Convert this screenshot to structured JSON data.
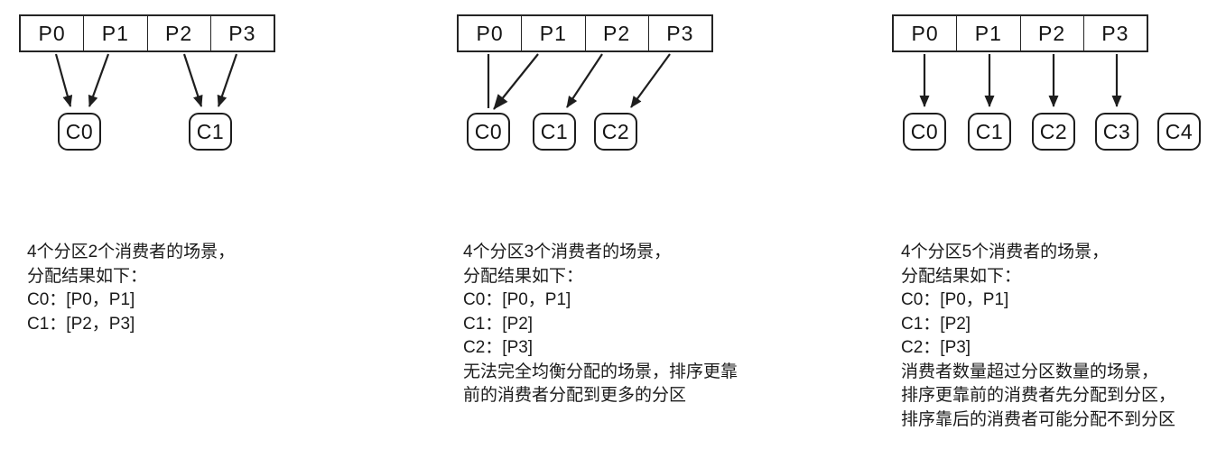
{
  "figure": {
    "background_color": "#ffffff",
    "line_color": "#1e1e1e",
    "text_color": "#1b1b1b"
  },
  "panels": [
    {
      "scenario": "4-partitions-2-consumers",
      "partitions": [
        "P0",
        "P1",
        "P2",
        "P3"
      ],
      "consumers": [
        "C0",
        "C1"
      ],
      "arrows": [
        {
          "from": "P0",
          "to": "C0"
        },
        {
          "from": "P1",
          "to": "C0"
        },
        {
          "from": "P2",
          "to": "C1"
        },
        {
          "from": "P3",
          "to": "C1"
        }
      ],
      "caption_lines": [
        "4个分区2个消费者的场景，",
        "分配结果如下：",
        "C0：[P0，P1]",
        "C1：[P2，P3]"
      ]
    },
    {
      "scenario": "4-partitions-3-consumers",
      "partitions": [
        "P0",
        "P1",
        "P2",
        "P3"
      ],
      "consumers": [
        "C0",
        "C1",
        "C2"
      ],
      "arrows": [
        {
          "from": "P0",
          "to": "C0"
        },
        {
          "from": "P1",
          "to": "C0"
        },
        {
          "from": "P2",
          "to": "C1"
        },
        {
          "from": "P3",
          "to": "C2"
        }
      ],
      "caption_lines": [
        "4个分区3个消费者的场景，",
        "分配结果如下：",
        "C0：[P0，P1]",
        "C1：[P2]",
        "C2：[P3]",
        "无法完全均衡分配的场景，排序更靠",
        "前的消费者分配到更多的分区"
      ]
    },
    {
      "scenario": "4-partitions-5-consumers",
      "partitions": [
        "P0",
        "P1",
        "P2",
        "P3"
      ],
      "consumers": [
        "C0",
        "C1",
        "C2",
        "C3",
        "C4"
      ],
      "arrows": [
        {
          "from": "P0",
          "to": "C0"
        },
        {
          "from": "P1",
          "to": "C1"
        },
        {
          "from": "P2",
          "to": "C2"
        },
        {
          "from": "P3",
          "to": "C3"
        }
      ],
      "caption_lines": [
        "4个分区5个消费者的场景，",
        "分配结果如下：",
        "C0：[P0，P1]",
        "C1：[P2]",
        "C2：[P3]",
        "消费者数量超过分区数量的场景，",
        "排序更靠前的消费者先分配到分区，",
        "排序靠后的消费者可能分配不到分区"
      ]
    }
  ]
}
